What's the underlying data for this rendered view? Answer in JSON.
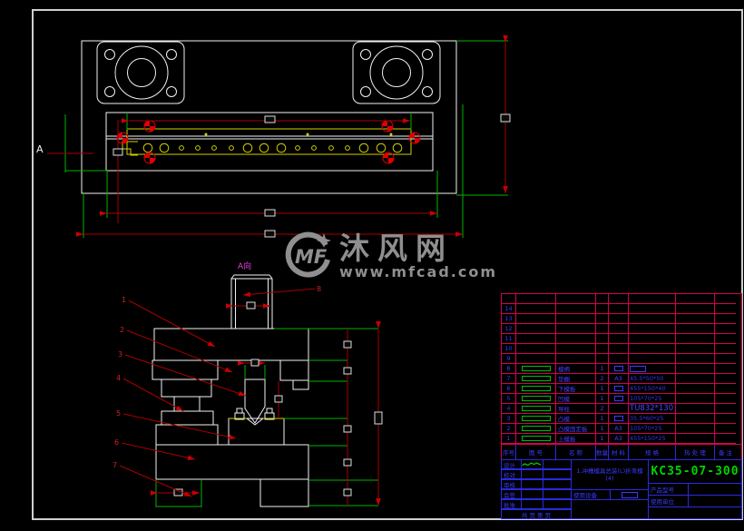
{
  "sheet": {
    "background_color": "#000000",
    "frame_color": "#cfcfcf",
    "line_colors": {
      "drawing": "#f2f2f2",
      "dimension": "#a80000",
      "extension": "#00b400",
      "strip": "#cfcf00",
      "grid": "#d40050",
      "titleblock": "#2a2ae0"
    }
  },
  "top_view": {
    "section_label": "A"
  },
  "section_view": {
    "view_label": "A向",
    "callouts": [
      "1",
      "2",
      "3",
      "4",
      "5",
      "6",
      "7",
      "8"
    ]
  },
  "watermark": {
    "logo_text": "MF",
    "site_name": "沐风网",
    "site_url": "www.mfcad.com"
  },
  "parts_table": {
    "headers": {
      "index": "序号",
      "drawing_no": "图  号",
      "name": "名  称",
      "qty": "数量",
      "material": "材 料",
      "spec": "规  格",
      "heat_treatment": "热 处 理",
      "remarks": "备 注"
    },
    "rows": [
      {
        "index": "",
        "name": "",
        "qty": "",
        "material": "",
        "spec": "",
        "has_bar": false
      },
      {
        "index": "14",
        "name": "",
        "qty": "",
        "material": "",
        "spec": "",
        "has_bar": false
      },
      {
        "index": "13",
        "name": "",
        "qty": "",
        "material": "",
        "spec": "",
        "has_bar": false
      },
      {
        "index": "12",
        "name": "",
        "qty": "",
        "material": "",
        "spec": "",
        "has_bar": false
      },
      {
        "index": "11",
        "name": "",
        "qty": "",
        "material": "",
        "spec": "",
        "has_bar": false
      },
      {
        "index": "10",
        "name": "",
        "qty": "",
        "material": "",
        "spec": "",
        "has_bar": false
      },
      {
        "index": "9",
        "name": "",
        "qty": "",
        "material": "",
        "spec": "",
        "has_bar": false
      },
      {
        "index": "8",
        "name": "模柄",
        "qty": "1",
        "material": "",
        "material_symbol": true,
        "spec": "",
        "spec_symbol": true,
        "has_bar": true
      },
      {
        "index": "7",
        "name": "垫圈",
        "qty": "2",
        "material": "A3",
        "spec": "45.5*50*50",
        "has_bar": true
      },
      {
        "index": "6",
        "name": "下模板",
        "qty": "1",
        "material": "",
        "material_symbol": true,
        "spec": "455*150*40",
        "has_bar": true
      },
      {
        "index": "5",
        "name": "凹模",
        "qty": "1",
        "material": "",
        "material_symbol": true,
        "spec": "105*70*25",
        "has_bar": true
      },
      {
        "index": "4",
        "name": "导柱",
        "qty": "2",
        "material": "",
        "spec": "TU832*130",
        "spec_large": true,
        "has_bar": true
      },
      {
        "index": "3",
        "name": "凸模",
        "qty": "1",
        "material": "",
        "material_symbol": true,
        "spec": "35.5*60*25",
        "has_bar": true
      },
      {
        "index": "2",
        "name": "凸模固定板",
        "qty": "1",
        "material": "A3",
        "spec": "105*70*25",
        "has_bar": true
      },
      {
        "index": "1",
        "name": "上模板",
        "qty": "1",
        "material": "A3",
        "spec": "455*150*25",
        "has_bar": true
      }
    ]
  },
  "title_block": {
    "design_label": "设计",
    "check_label": "校对",
    "review_label": "审核",
    "countersign_label": "会签",
    "approve_label": "批准",
    "pages_label": "共    页  第    页",
    "drawing_title": "1.冲槽模具总装(L)折弯模 (4)",
    "drawing_number": "KC35-07-300",
    "product_model_label": "产品型号",
    "equipment_label": "使用设备",
    "user_unit_label": "使用单位"
  }
}
